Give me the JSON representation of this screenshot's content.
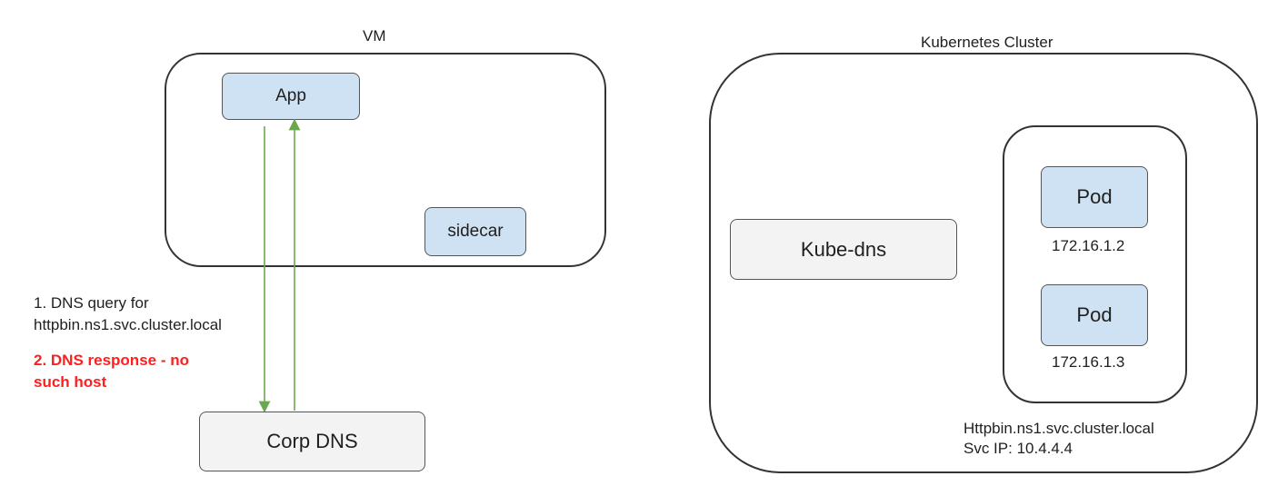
{
  "vm": {
    "title": "VM",
    "app": "App",
    "sidecar": "sidecar"
  },
  "corp_dns": "Corp DNS",
  "steps": {
    "query_line1": "1. DNS query for",
    "query_line2": "httpbin.ns1.svc.cluster.local",
    "response_line1": "2. DNS response - no",
    "response_line2": "such host"
  },
  "cluster": {
    "title": "Kubernetes Cluster",
    "kube_dns": "Kube-dns",
    "pods": [
      {
        "label": "Pod",
        "ip": "172.16.1.2"
      },
      {
        "label": "Pod",
        "ip": "172.16.1.3"
      }
    ],
    "service_name": "Httpbin.ns1.svc.cluster.local",
    "service_ip": "Svc IP: 10.4.4.4"
  },
  "colors": {
    "box_blue": "#cfe2f3",
    "box_gray": "#f3f3f3",
    "arrow_green": "#6aa84f",
    "error_red": "#ff1f1f"
  }
}
